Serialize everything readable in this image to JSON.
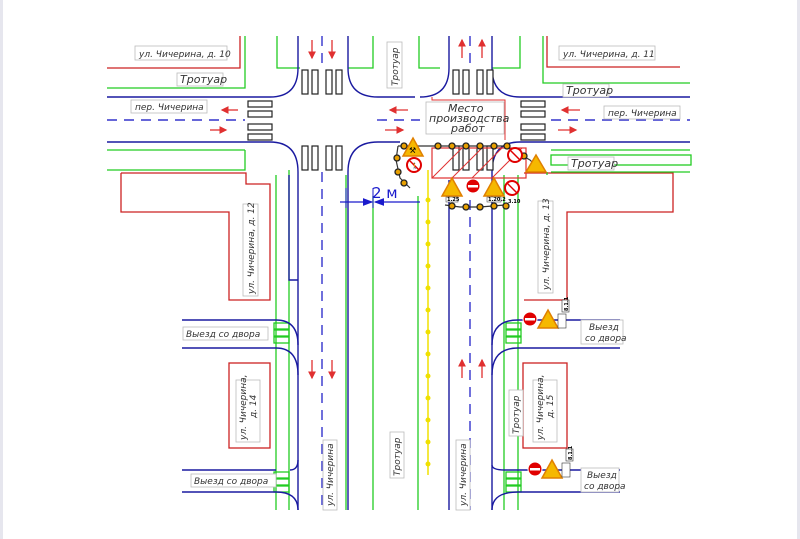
{
  "labels": {
    "house_10": "ул. Чичерина, д. 10",
    "house_11": "ул. Чичерина, д. 11",
    "house_12": "ул. Чичерина, д. 12",
    "house_13": "ул. Чичерина, д. 13",
    "house_14_line1": "ул. Чичерина,",
    "house_14_line2": "д. 14",
    "house_15_line1": "ул. Чичерина,",
    "house_15_line2": "д. 15",
    "sidewalk": "Тротуар",
    "lane_west": "пер. Чичерина",
    "lane_east": "пер. Чичерина",
    "street_south_left": "ул. Чичерина",
    "street_south_right": "ул. Чичерина",
    "work_site_line1": "Место",
    "work_site_line2": "производства",
    "work_site_line3": "работ",
    "yard_exit": "Выезд со двора",
    "yard_exit_line1": "Выезд",
    "yard_exit_line2": "со двора",
    "dimension": "2 м"
  },
  "signs": {
    "road_works": "1.25",
    "narrowing": "1.20.2",
    "no_pedestrians": "3.10",
    "no_entry": "3.1",
    "distance_plate": "8.1.1"
  },
  "colors": {
    "road_edge": "#1a1aa0",
    "sidewalk_edge": "#22cc22",
    "building": "#cc2222",
    "arrow": "#e03030",
    "fence": "#f0e000",
    "dimension": "#1a1acc"
  }
}
